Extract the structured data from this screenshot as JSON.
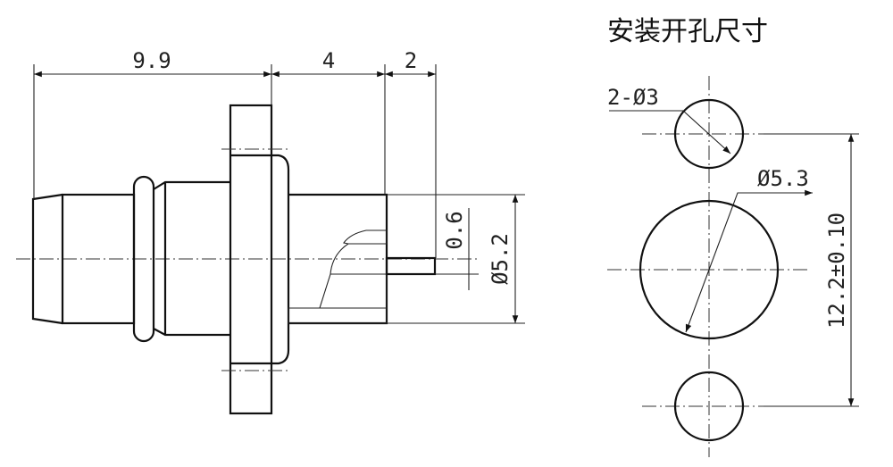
{
  "title": "安装开孔尺寸",
  "connector_view": {
    "dimensions": {
      "overall_rear": "9.9",
      "body_front": "4",
      "pin": "2",
      "pin_diameter": "0.6",
      "body_diameter": "Ø5.2"
    }
  },
  "panel_cutout": {
    "mount_holes": "2-Ø3",
    "center_hole": "Ø5.3",
    "hole_spacing": "12.2±0.10"
  }
}
